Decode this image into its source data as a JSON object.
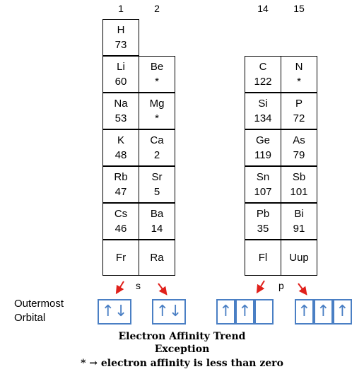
{
  "group_numbers": {
    "g1": "1",
    "g2": "2",
    "g14": "14",
    "g15": "15"
  },
  "cells": {
    "h": {
      "symbol": "H",
      "ea": "73"
    },
    "li": {
      "symbol": "Li",
      "ea": "60"
    },
    "be": {
      "symbol": "Be",
      "ea": "*"
    },
    "na": {
      "symbol": "Na",
      "ea": "53"
    },
    "mg": {
      "symbol": "Mg",
      "ea": "*"
    },
    "k": {
      "symbol": "K",
      "ea": "48"
    },
    "ca": {
      "symbol": "Ca",
      "ea": "2"
    },
    "rb": {
      "symbol": "Rb",
      "ea": "47"
    },
    "sr": {
      "symbol": "Sr",
      "ea": "5"
    },
    "cs": {
      "symbol": "Cs",
      "ea": "46"
    },
    "ba": {
      "symbol": "Ba",
      "ea": "14"
    },
    "fr": {
      "symbol": "Fr",
      "ea": ""
    },
    "ra": {
      "symbol": "Ra",
      "ea": ""
    },
    "c": {
      "symbol": "C",
      "ea": "122"
    },
    "n": {
      "symbol": "N",
      "ea": "*"
    },
    "si": {
      "symbol": "Si",
      "ea": "134"
    },
    "p": {
      "symbol": "P",
      "ea": "72"
    },
    "ge": {
      "symbol": "Ge",
      "ea": "119"
    },
    "as": {
      "symbol": "As",
      "ea": "79"
    },
    "sn": {
      "symbol": "Sn",
      "ea": "107"
    },
    "sb": {
      "symbol": "Sb",
      "ea": "101"
    },
    "pb": {
      "symbol": "Pb",
      "ea": "35"
    },
    "bi": {
      "symbol": "Bi",
      "ea": "91"
    },
    "fl": {
      "symbol": "Fl",
      "ea": ""
    },
    "uup": {
      "symbol": "Uup",
      "ea": ""
    }
  },
  "blocks": {
    "s": "s",
    "p": "p"
  },
  "orbital_label": {
    "line1": "Outermost",
    "line2": "Orbital"
  },
  "orbitals": {
    "s_left": [
      "↑↓"
    ],
    "s_right": [
      "↑↓"
    ],
    "p_left": [
      "↑",
      "↑",
      ""
    ],
    "p_right": [
      "↑",
      "↑",
      "↑"
    ]
  },
  "caption": {
    "line1": "Electron Affinity Trend",
    "line2": "Exception",
    "line3": "* → electron affinity is less than zero"
  },
  "colors": {
    "arrow": "#e0201b",
    "orbital": "#4a7fc4"
  }
}
